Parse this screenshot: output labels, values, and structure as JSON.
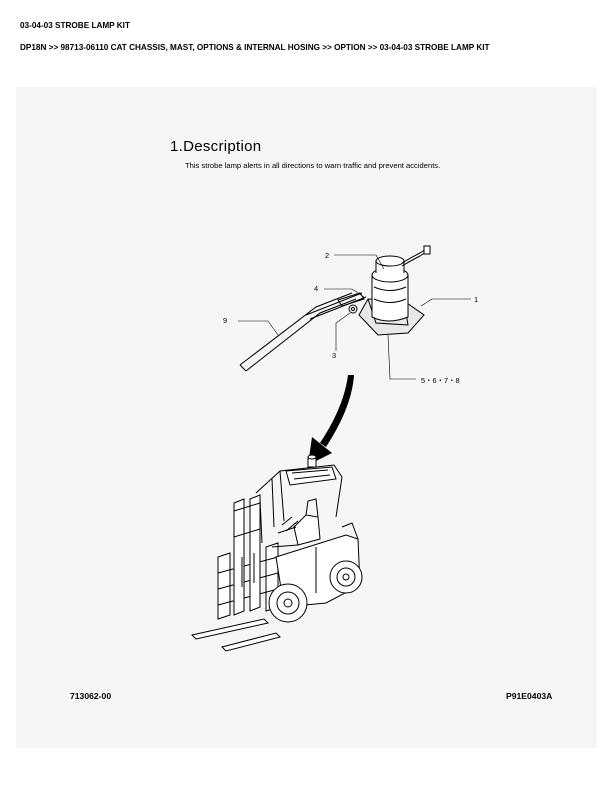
{
  "header": {
    "title": "03-04-03 STROBE LAMP KIT",
    "path": "DP18N >> 98713-06110 CAT CHASSIS, MAST, OPTIONS & INTERNAL HOSING >> OPTION >> 03-04-03 STROBE LAMP KIT"
  },
  "sheet": {
    "heading": "1.Description",
    "description": "This strobe lamp alerts in all directions to warn traffic and prevent accidents.",
    "callouts": {
      "c1": "1",
      "c2": "2",
      "c3": "3",
      "c4": "4",
      "c5": "5・6・7・8",
      "c9": "9"
    },
    "code_left": "713062-00",
    "code_right": "P91E0403A"
  }
}
